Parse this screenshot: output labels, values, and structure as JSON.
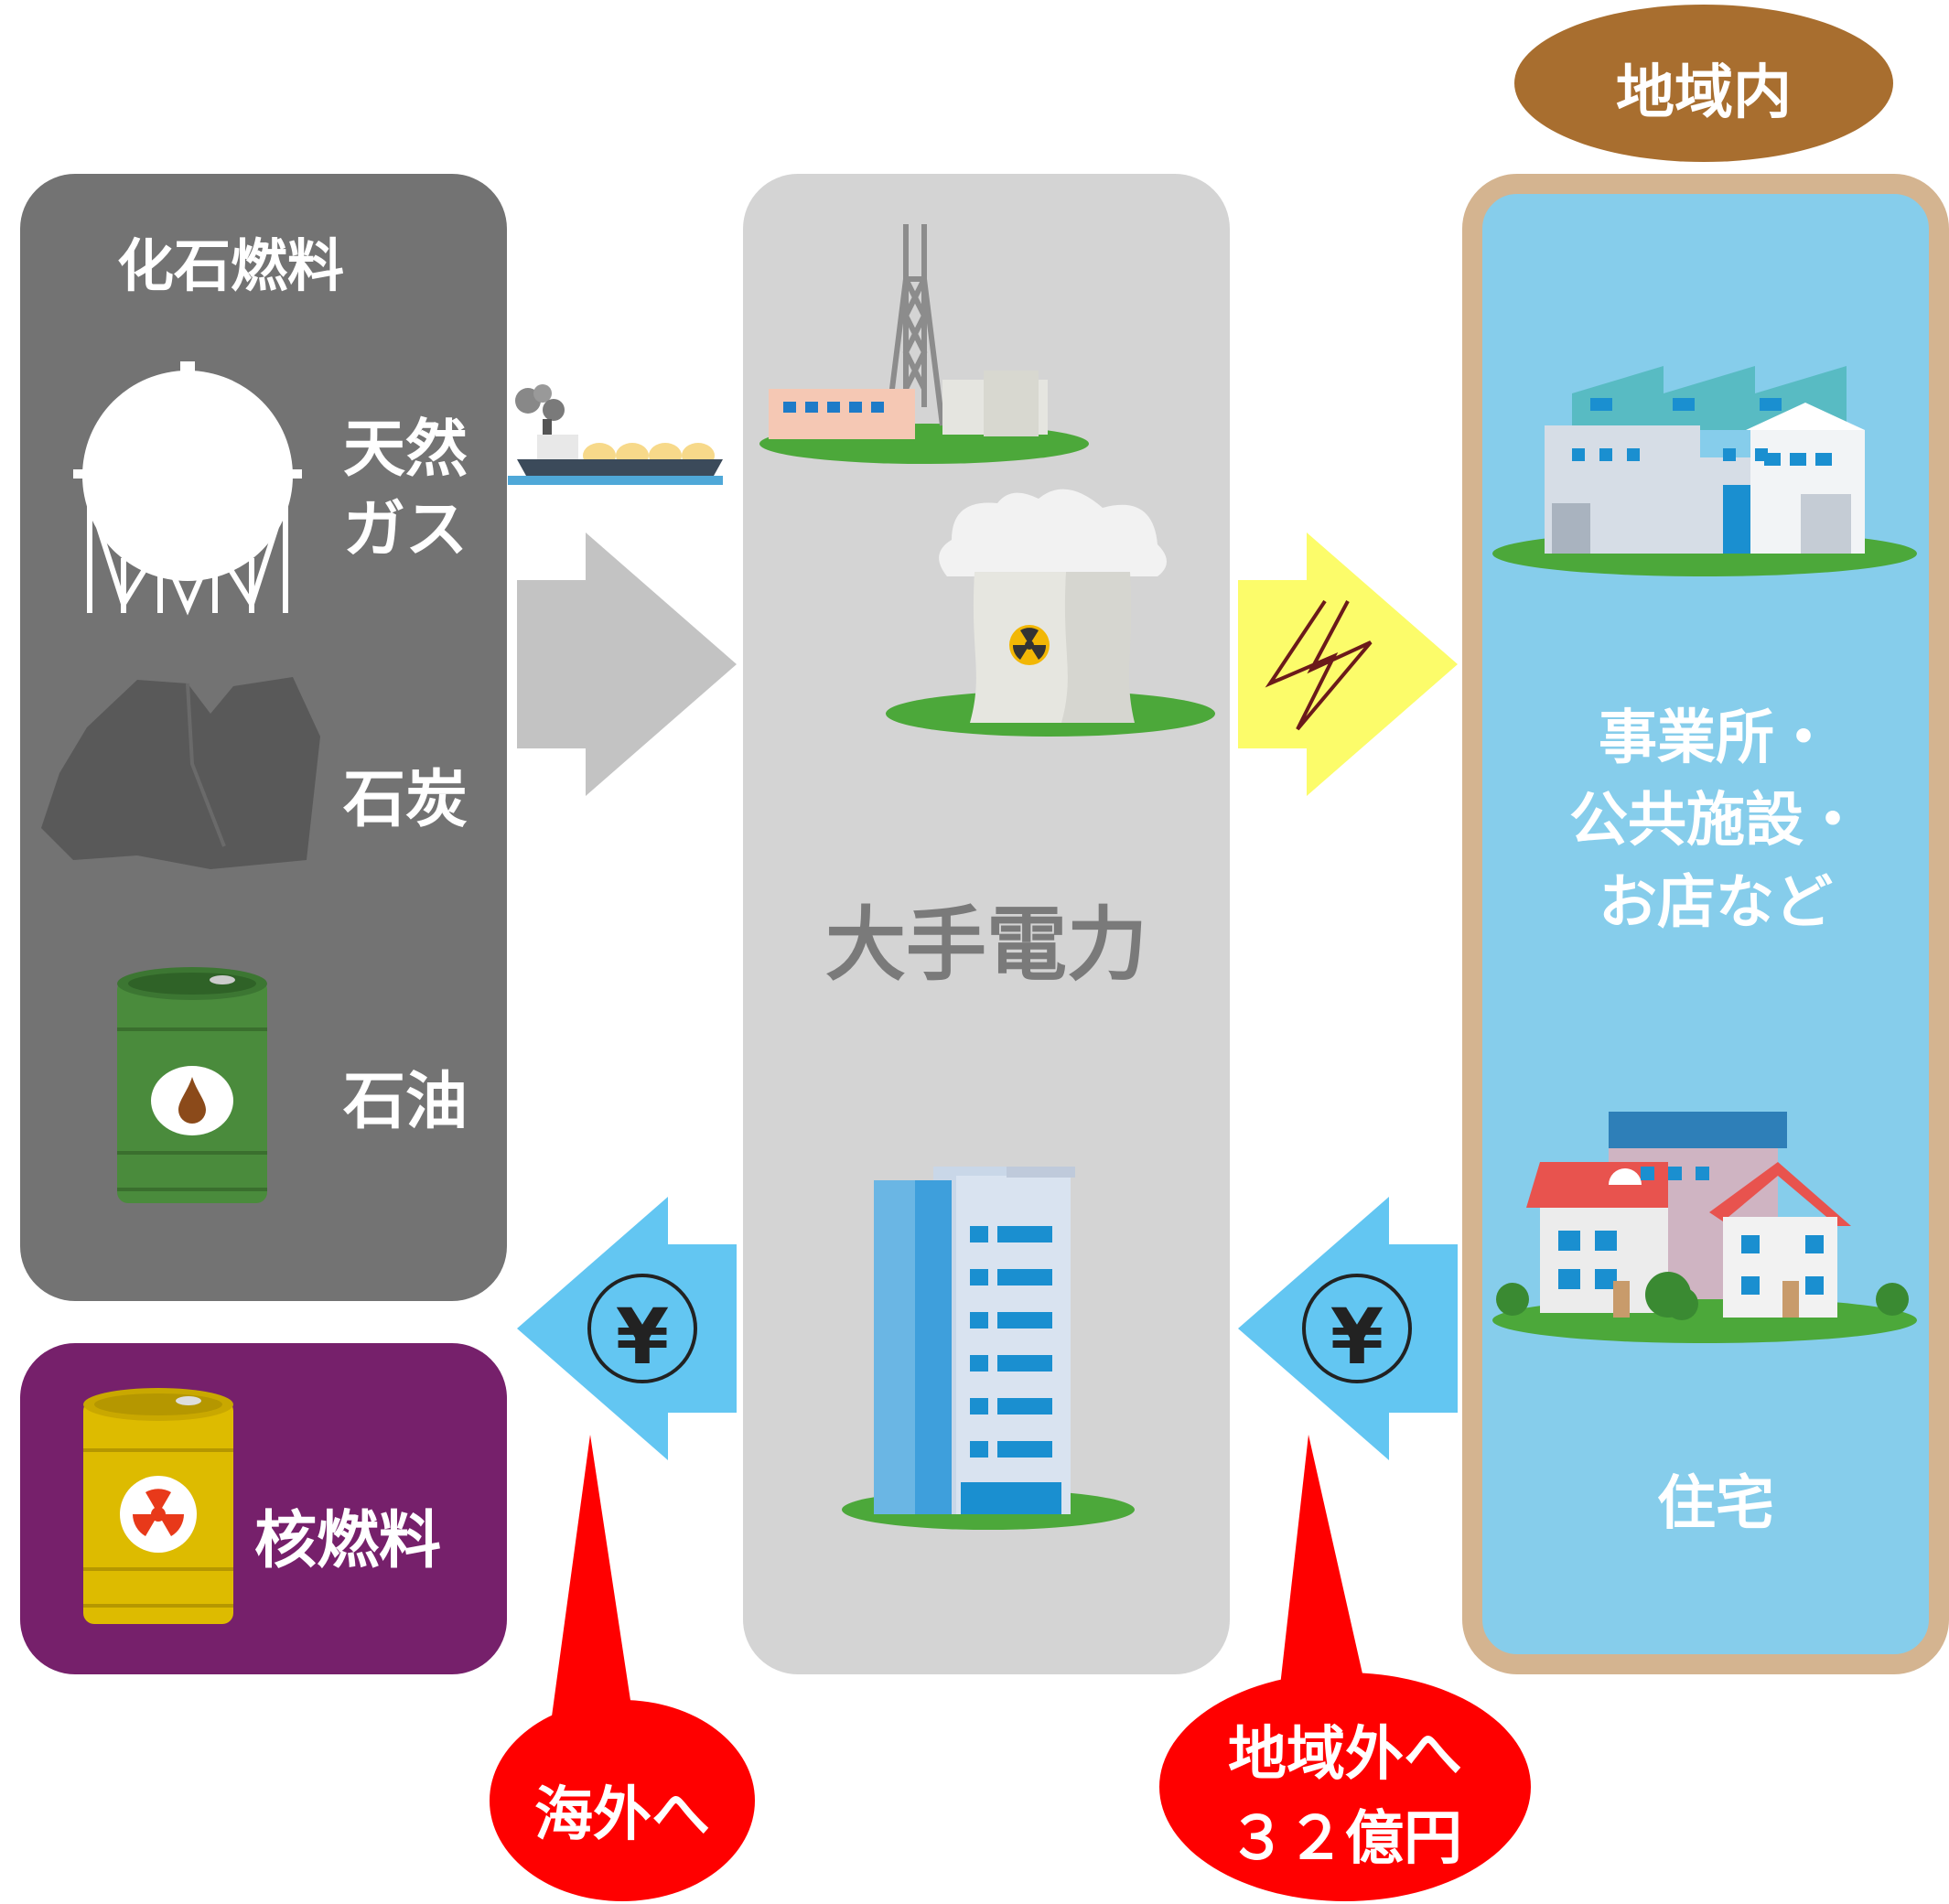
{
  "region_badge": {
    "label": "地域内",
    "color": "#A86E2F"
  },
  "fossil": {
    "title": "化石燃料",
    "gas_label": "天然\nガス",
    "coal_label": "石炭",
    "oil_label": "石油",
    "color": "#737373"
  },
  "nuclear": {
    "label": "核燃料",
    "color": "#76206B"
  },
  "utility": {
    "label": "大手電力",
    "color": "#D4D4D4"
  },
  "region": {
    "business_label": "事業所・\n公共施設・\nお店など",
    "housing_label": "住宅",
    "color": "#86CDEB",
    "border_color": "#D4B490"
  },
  "flows": {
    "fuel_arrow_color": "#C3C3C3",
    "power_arrow_color": "#FCFC6A",
    "money_arrow_color": "#63C6F2",
    "money_symbol": "¥"
  },
  "callouts": {
    "overseas": {
      "label": "海外へ",
      "color": "#FF0000"
    },
    "outside": {
      "label": "地域外へ\n３２億円",
      "color": "#FF0000"
    }
  }
}
